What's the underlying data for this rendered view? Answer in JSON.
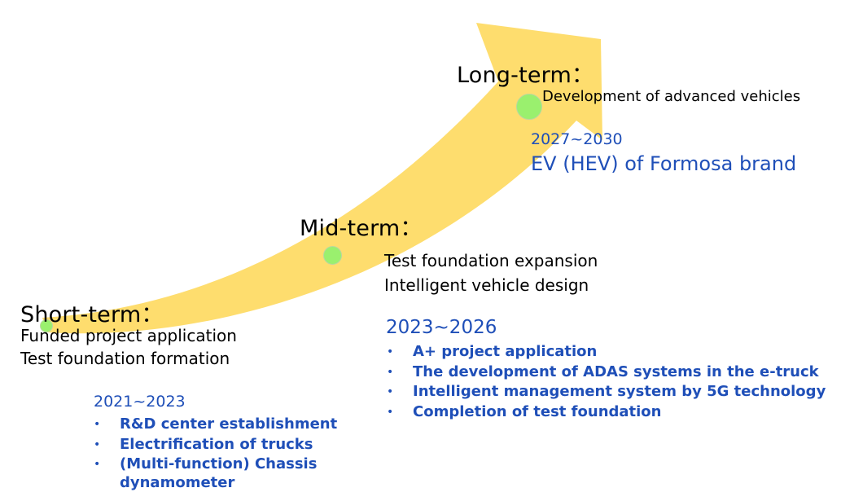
{
  "colors": {
    "arrow_fill": "#fedd6e",
    "node_fill": "#9af06e",
    "text_blue": "#1f4fb8",
    "text_black": "#000000"
  },
  "short_term": {
    "heading": "Short-term：",
    "lines": [
      "Funded project application",
      "Test foundation formation"
    ],
    "years": "2021~2023",
    "items": [
      "R&D center establishment",
      "Electrification of trucks",
      "(Multi-function) Chassis",
      "dynamometer"
    ]
  },
  "mid_term": {
    "heading": "Mid-term：",
    "lines": [
      "Test foundation expansion",
      "Intelligent vehicle design"
    ],
    "years": "2023~2026",
    "items": [
      "A+ project application",
      "The development of ADAS systems in the e-truck",
      "Intelligent management system by 5G technology",
      "Completion of test foundation"
    ]
  },
  "long_term": {
    "heading": "Long-term：",
    "line": "Development of advanced vehicles",
    "years": "2027~2030",
    "goal": "EV (HEV) of Formosa brand"
  },
  "bullet_glyph": "•"
}
